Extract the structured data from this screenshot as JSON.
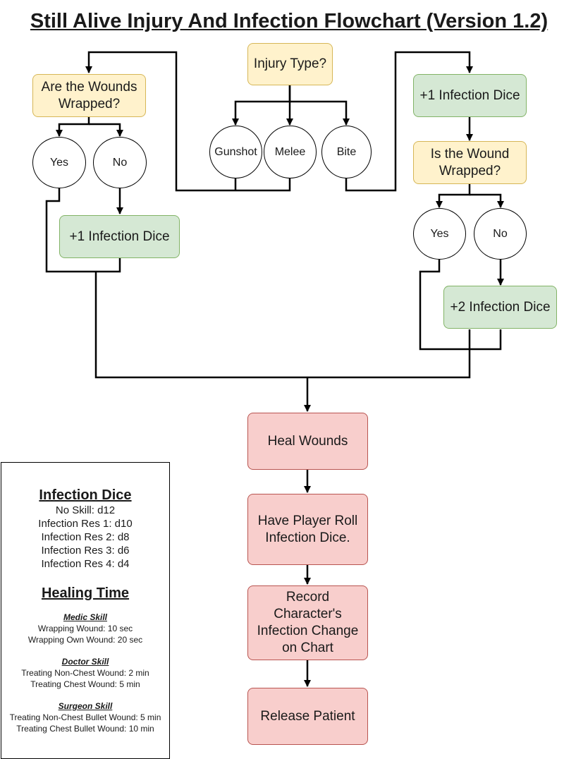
{
  "title": "Still Alive Injury And Infection Flowchart (Version 1.2)",
  "nodes": {
    "injury_type": "Injury Type?",
    "gunshot": "Gunshot",
    "melee": "Melee",
    "bite": "Bite",
    "wounds_wrapped": "Are the Wounds Wrapped?",
    "left_yes": "Yes",
    "left_no": "No",
    "left_infection": "+1 Infection Dice",
    "right_infection_1": "+1 Infection Dice",
    "wound_wrapped": "Is the Wound Wrapped?",
    "right_yes": "Yes",
    "right_no": "No",
    "right_infection_2": "+2 Infection Dice",
    "heal": "Heal Wounds",
    "roll": "Have Player Roll Infection Dice.",
    "record": "Record Character's Infection Change on Chart",
    "release": "Release Patient"
  },
  "legend": {
    "infection_title": "Infection Dice",
    "infection_lines": [
      "No Skill: d12",
      "Infection Res 1: d10",
      "Infection Res 2: d8",
      "Infection Res 3: d6",
      "Infection Res 4: d4"
    ],
    "healing_title": "Healing Time",
    "medic_title": "Medic Skill",
    "medic_lines": [
      "Wrapping Wound: 10 sec",
      "Wrapping Own Wound: 20 sec"
    ],
    "doctor_title": "Doctor Skill",
    "doctor_lines": [
      "Treating Non-Chest Wound: 2 min",
      "Treating Chest Wound: 5 min"
    ],
    "surgeon_title": "Surgeon Skill",
    "surgeon_lines": [
      "Treating Non-Chest Bullet Wound: 5 min",
      "Treating Chest Bullet Wound: 10 min"
    ]
  }
}
